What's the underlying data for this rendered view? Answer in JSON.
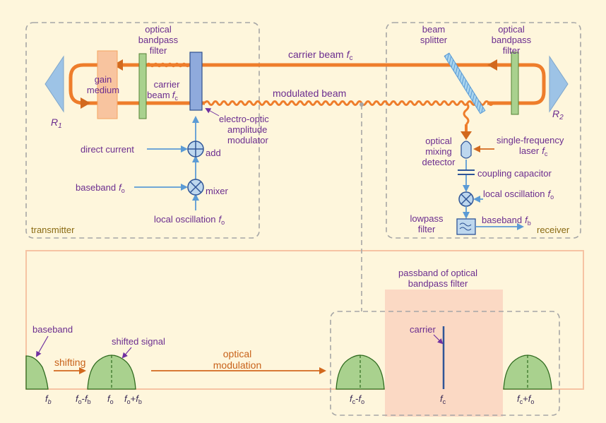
{
  "transmitter": {
    "label": "transmitter",
    "mirror_left": {
      "main": "R",
      "sub": "1"
    },
    "gain_medium": [
      "gain",
      "medium"
    ],
    "optical_bandpass_filter": [
      "optical",
      "bandpass",
      "filter"
    ],
    "carrier_beam_left": {
      "line1": "carrier",
      "line2": "beam",
      "sym": "f",
      "sub": "c"
    },
    "eo_modulator": [
      "electro-optic",
      "amplitude",
      "modulator"
    ],
    "add": "add",
    "direct_current": "direct current",
    "mixer": "mixer",
    "baseband": {
      "text": "baseband",
      "sym": "f",
      "sub": "o"
    },
    "local_oscillation": {
      "text": "local oscillation",
      "sym": "f",
      "sub": "o"
    }
  },
  "beams": {
    "carrier": {
      "text": "carrier beam",
      "sym": "f",
      "sub": "c"
    },
    "modulated": "modulated beam"
  },
  "receiver": {
    "label": "receiver",
    "mirror_right": {
      "main": "R",
      "sub": "2"
    },
    "beam_splitter": [
      "beam",
      "splitter"
    ],
    "optical_bandpass_filter": [
      "optical",
      "bandpass",
      "filter"
    ],
    "optical_mixing_detector": [
      "optical",
      "mixing",
      "detector"
    ],
    "single_frequency_laser": {
      "line1": "single-frequency",
      "line2": "laser",
      "sym": "f",
      "sub": "c"
    },
    "coupling_capacitor": "coupling capacitor",
    "local_oscillation": {
      "text": "local oscillation",
      "sym": "f",
      "sub": "o"
    },
    "lowpass_filter": [
      "lowpass",
      "filter"
    ],
    "baseband": {
      "text": "baseband",
      "sym": "f",
      "sub": "b"
    }
  },
  "spectrum": {
    "passband_label": [
      "passband of optical",
      "bandpass filter"
    ],
    "baseband": "baseband",
    "shifting": "shifting",
    "shifted_signal": "shifted signal",
    "optical_modulation": [
      "optical",
      "modulation"
    ],
    "carrier": "carrier",
    "axis": {
      "fb": {
        "sym": "f",
        "sub": "b"
      },
      "fo_minus_fb": {
        "a": "f",
        "asub": "o",
        "op": "-",
        "b": "f",
        "bsub": "b"
      },
      "fo": {
        "sym": "f",
        "sub": "o"
      },
      "fo_plus_fb": {
        "a": "f",
        "asub": "o",
        "op": "+",
        "b": "f",
        "bsub": "b"
      },
      "fc_minus_fo": {
        "a": "f",
        "asub": "c",
        "op": "-",
        "b": "f",
        "bsub": "o"
      },
      "fc": {
        "sym": "f",
        "sub": "c"
      },
      "fc_plus_fo": {
        "a": "f",
        "asub": "c",
        "op": "+",
        "b": "f",
        "bsub": "o"
      }
    }
  },
  "colors": {
    "background": "#fef6dc",
    "beam": "#ee7d2b",
    "signal_path": "#5b9bd5",
    "label": "#6b2d8f",
    "box_dash": "#a6a6a6",
    "spectrum_frame": "#f6c3a3",
    "passband_fill": "#fbd9c4",
    "lobe_fill": "#a9d18e",
    "lobe_stroke": "#2f6b1f"
  }
}
